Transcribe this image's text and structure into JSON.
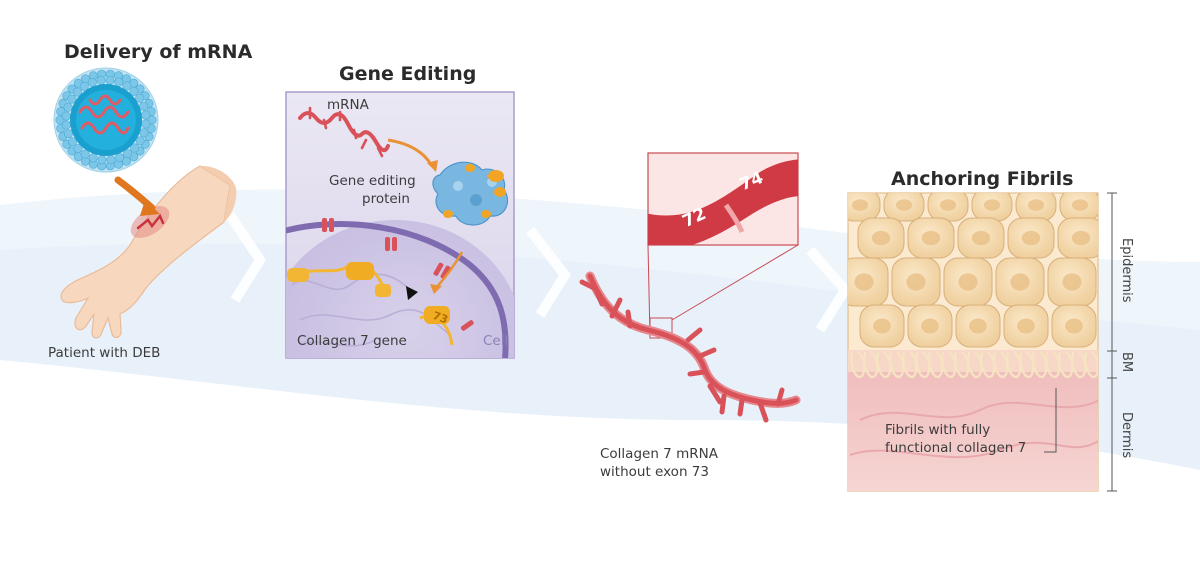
{
  "panels": {
    "delivery": {
      "title": "Delivery of mRNA",
      "caption": "Patient with DEB"
    },
    "gene_editing": {
      "title": "Gene Editing",
      "mrna_label": "mRNA",
      "protein_label_line1": "Gene editing",
      "protein_label_line2": "protein",
      "gene_label": "Collagen 7 gene",
      "cell_label": "Cell",
      "exon_label": "73"
    },
    "mrna_result": {
      "exon_left": "72",
      "exon_right": "74",
      "caption_line1": "Collagen 7 mRNA",
      "caption_line2": "without exon 73"
    },
    "anchoring": {
      "title": "Anchoring Fibrils",
      "layer_epidermis": "Epidermis",
      "layer_bm": "BM",
      "layer_dermis": "Dermis",
      "fibril_label_line1": "Fibrils with fully",
      "fibril_label_line2": "functional collagen 7"
    }
  },
  "colors": {
    "mrna": "#d9525a",
    "exon_band": "#cf3a45",
    "cell_panel_bg": "#e7e3f1",
    "nucleus": "#8a78b6",
    "collagen_gene": "#f2b634",
    "protein": "#79b6e0",
    "skin_cells": "#f5dcb3",
    "dermis": "#f2c7c7",
    "background_wave": "#edf4fb"
  }
}
